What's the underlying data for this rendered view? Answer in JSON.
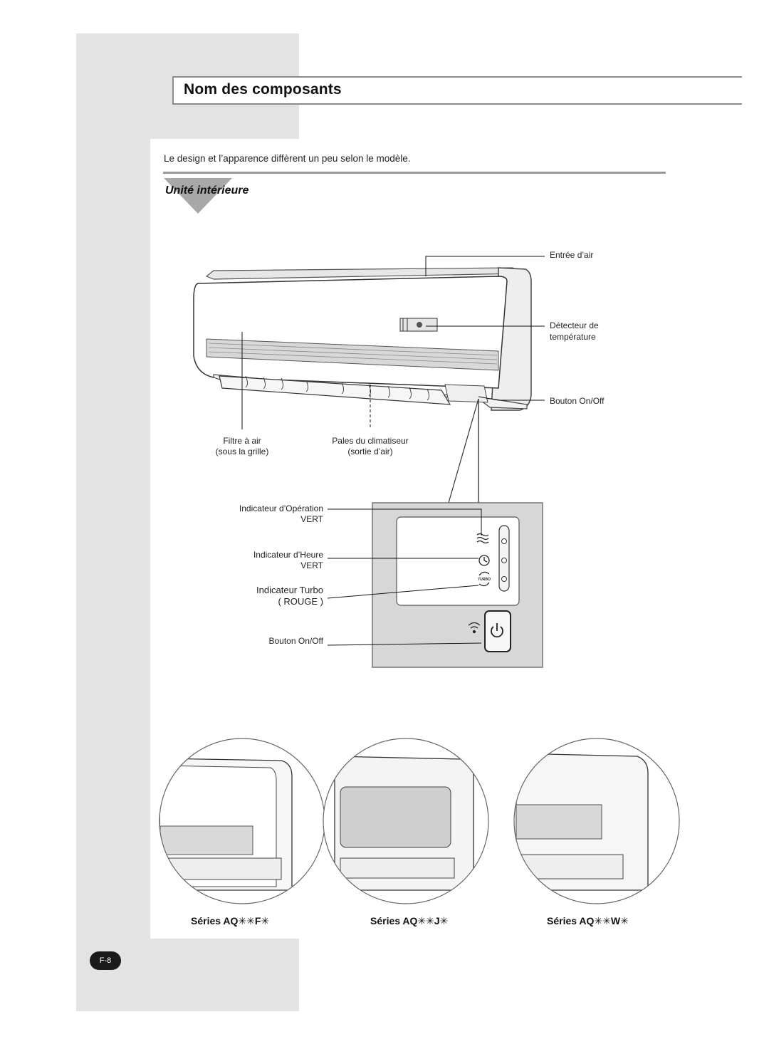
{
  "page": {
    "title": "Nom des composants",
    "intro": "Le design et l’apparence diffèrent un peu selon le modèle.",
    "section_title": "Unité intérieure",
    "page_number": "F-8"
  },
  "unit_labels": {
    "air_inlet": "Entrée d’air",
    "temp_sensor_1": "Détecteur de",
    "temp_sensor_2": "température",
    "on_off_button": "Bouton On/Off",
    "air_filter_1": "Filtre à air",
    "air_filter_2": "(sous la grille)",
    "blades_1": "Pales du climatiseur",
    "blades_2": "(sortie d’air)"
  },
  "panel_labels": {
    "operation_1": "Indicateur d’Opération",
    "operation_2": "VERT",
    "timer_1": "Indicateur d’Heure",
    "timer_2": "VERT",
    "turbo_1": "Indicateur Turbo",
    "turbo_2": "( ROUGE )",
    "on_off": "Bouton On/Off",
    "turbo_icon_text": "TURBO"
  },
  "series": [
    {
      "label": "Séries AQ✳✳F✳"
    },
    {
      "label": "Séries AQ✳✳J✳"
    },
    {
      "label": "Séries AQ✳✳W✳"
    }
  ],
  "colors": {
    "side_band": "#e3e3e3",
    "rule": "#9a9a9a",
    "panel_bg": "#d7d7d7"
  }
}
